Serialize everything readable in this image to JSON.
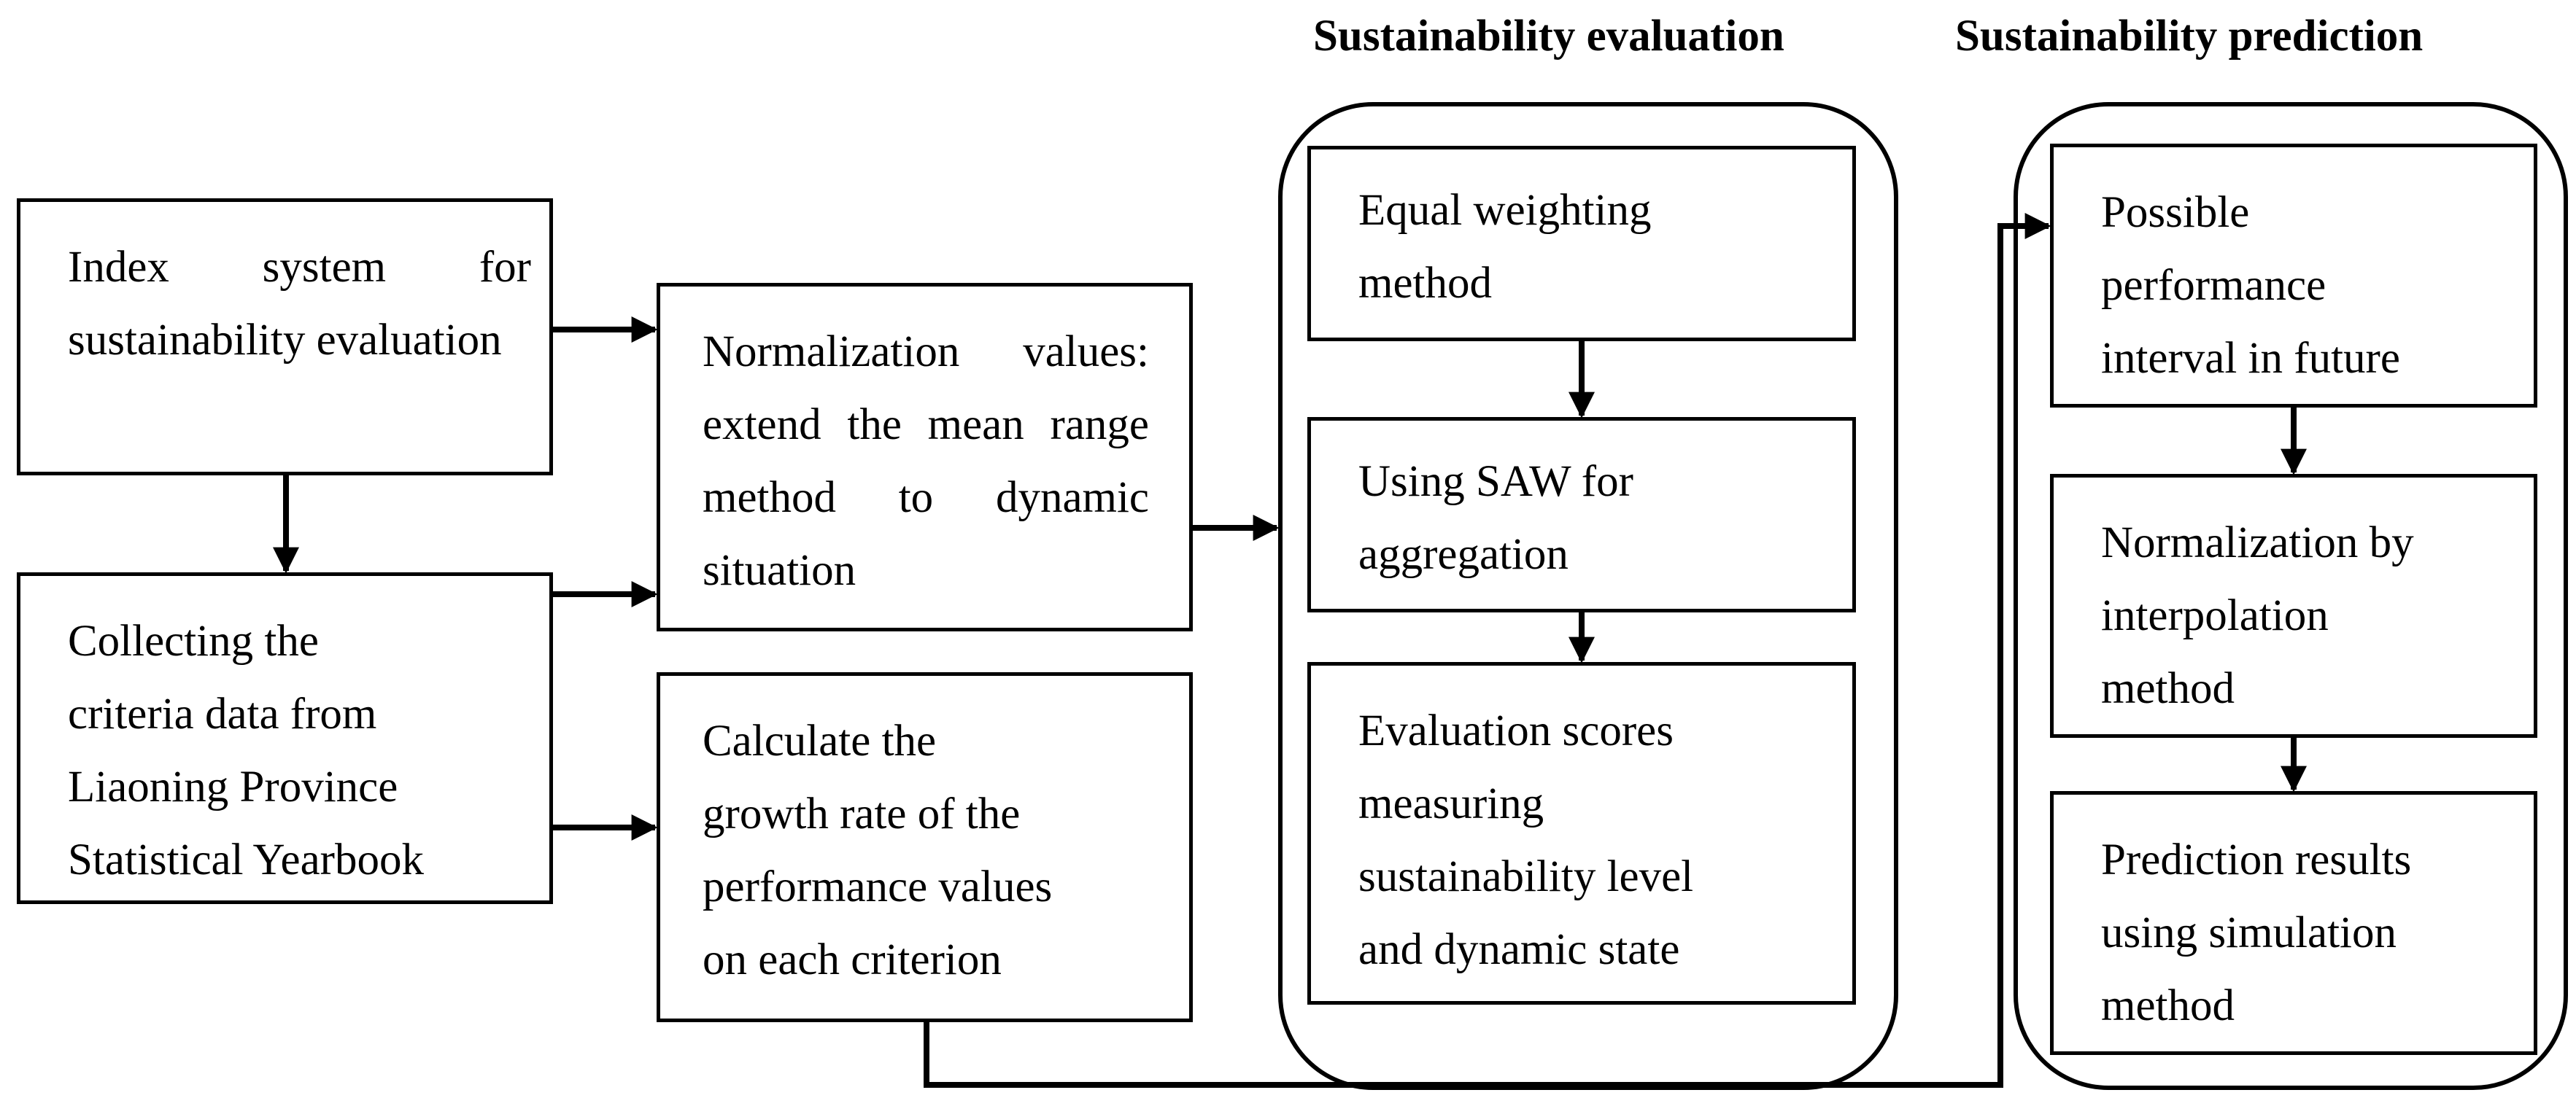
{
  "titles": {
    "evaluation": "Sustainability evaluation",
    "prediction": "Sustainability prediction"
  },
  "boxes": {
    "index_system": "Index system for sustainability evaluation",
    "collecting": "Collecting the\ncriteria data from\nLiaoning Province\nStatistical Yearbook",
    "normalization_values": "Normalization values: extend the mean range method to dynamic situation",
    "growth_rate": "Calculate the\ngrowth rate of the\nperformance values\non each criterion",
    "equal_weighting": "Equal weighting\nmethod",
    "saw": "Using SAW for\naggregation",
    "evaluation_scores": "Evaluation scores\nmeasuring\nsustainability level\nand dynamic state",
    "possible_interval": "Possible\nperformance\ninterval in future",
    "normalization_interp": "Normalization by\ninterpolation\nmethod",
    "prediction_results": "Prediction results\nusing simulation\nmethod"
  }
}
